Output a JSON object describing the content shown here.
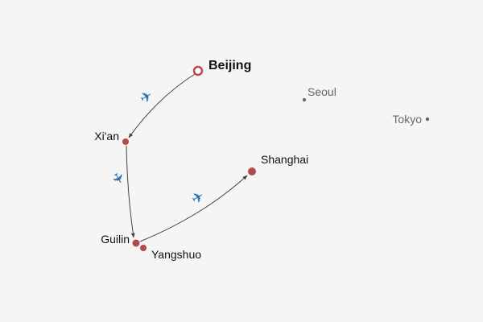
{
  "map": {
    "colors": {
      "visited": "#b5474f",
      "other": "#666666",
      "route": "#444444",
      "plane": "#2f6fa8",
      "background": "#f5f5f5"
    },
    "cities": {
      "beijing": {
        "name": "Beijing",
        "role": "origin"
      },
      "xian": {
        "name": "Xi'an",
        "role": "stop"
      },
      "guilin": {
        "name": "Guilin",
        "role": "stop"
      },
      "yangshuo": {
        "name": "Yangshuo",
        "role": "stop"
      },
      "shanghai": {
        "name": "Shanghai",
        "role": "destination"
      },
      "seoul": {
        "name": "Seoul",
        "role": "reference"
      },
      "tokyo": {
        "name": "Tokyo",
        "role": "reference"
      }
    },
    "routes": [
      {
        "from": "Beijing",
        "to": "Xi'an",
        "mode": "plane-icon"
      },
      {
        "from": "Xi'an",
        "to": "Guilin",
        "mode": "plane-icon"
      },
      {
        "from": "Guilin",
        "to": "Shanghai",
        "mode": "plane-icon"
      }
    ]
  }
}
